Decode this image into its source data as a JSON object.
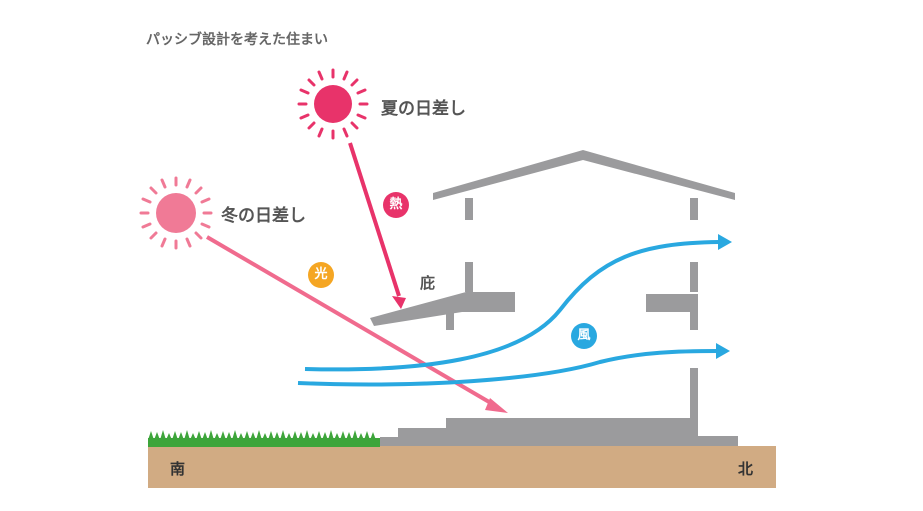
{
  "title": "パッシブ設計を考えた住まい",
  "summer_sun": {
    "label": "夏の日差し"
  },
  "winter_sun": {
    "label": "冬の日差し"
  },
  "badges": {
    "heat": "熱",
    "light": "光",
    "wind": "風"
  },
  "eave_label": "庇",
  "directions": {
    "south": "南",
    "north": "北"
  },
  "colors": {
    "summer": "#e8336a",
    "winter": "#f06b8e",
    "wind": "#29a8e0",
    "light": "#f5a623",
    "house": "#9b9b9d",
    "ground": "#d1ab83",
    "grass": "#3da53a"
  }
}
